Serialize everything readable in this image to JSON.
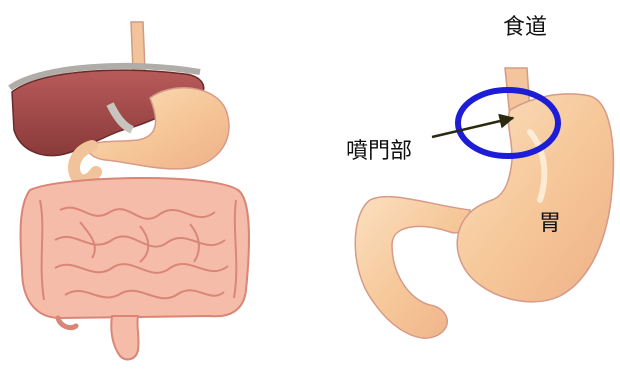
{
  "labels": {
    "esophagus": "食道",
    "cardia": "噴門部",
    "stomach": "胃"
  },
  "colors": {
    "stomach_fill": "#f8cfa3",
    "stomach_outline": "#d89a8a",
    "intestine_fill": "#f4b7a6",
    "intestine_fold": "#d98676",
    "liver_fill": "#a04848",
    "highlight_circle": "#1d1dd8",
    "arrow": "#2a2a10"
  }
}
